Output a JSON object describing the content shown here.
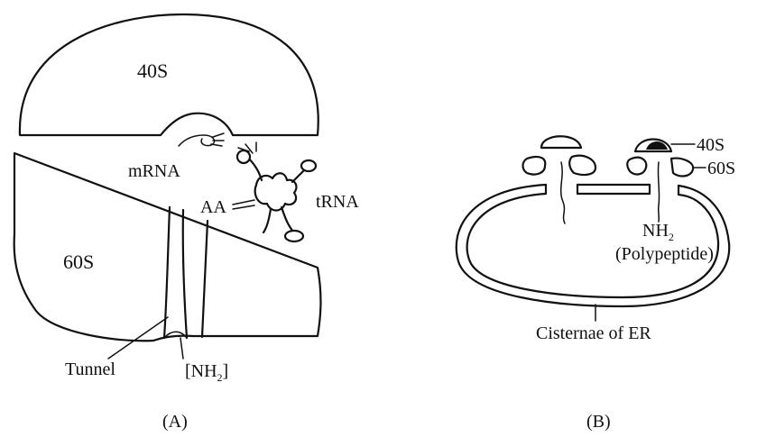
{
  "panel_a": {
    "caption": "(A)",
    "label_40s": "40S",
    "label_60s": "60S",
    "label_mrna": "mRNA",
    "label_trna": "tRNA",
    "label_aa": "AA",
    "label_tunnel": "Tunnel",
    "label_nh2_open": "[NH",
    "label_nh2_sub": "2",
    "label_nh2_close": "]"
  },
  "panel_b": {
    "caption": "(B)",
    "label_40s": "40S",
    "label_60s": "60S",
    "label_nh2": "NH",
    "label_nh2_sub": "2",
    "label_polypeptide": "(Polypeptide)",
    "label_cisternae": "Cisternae of ER"
  }
}
